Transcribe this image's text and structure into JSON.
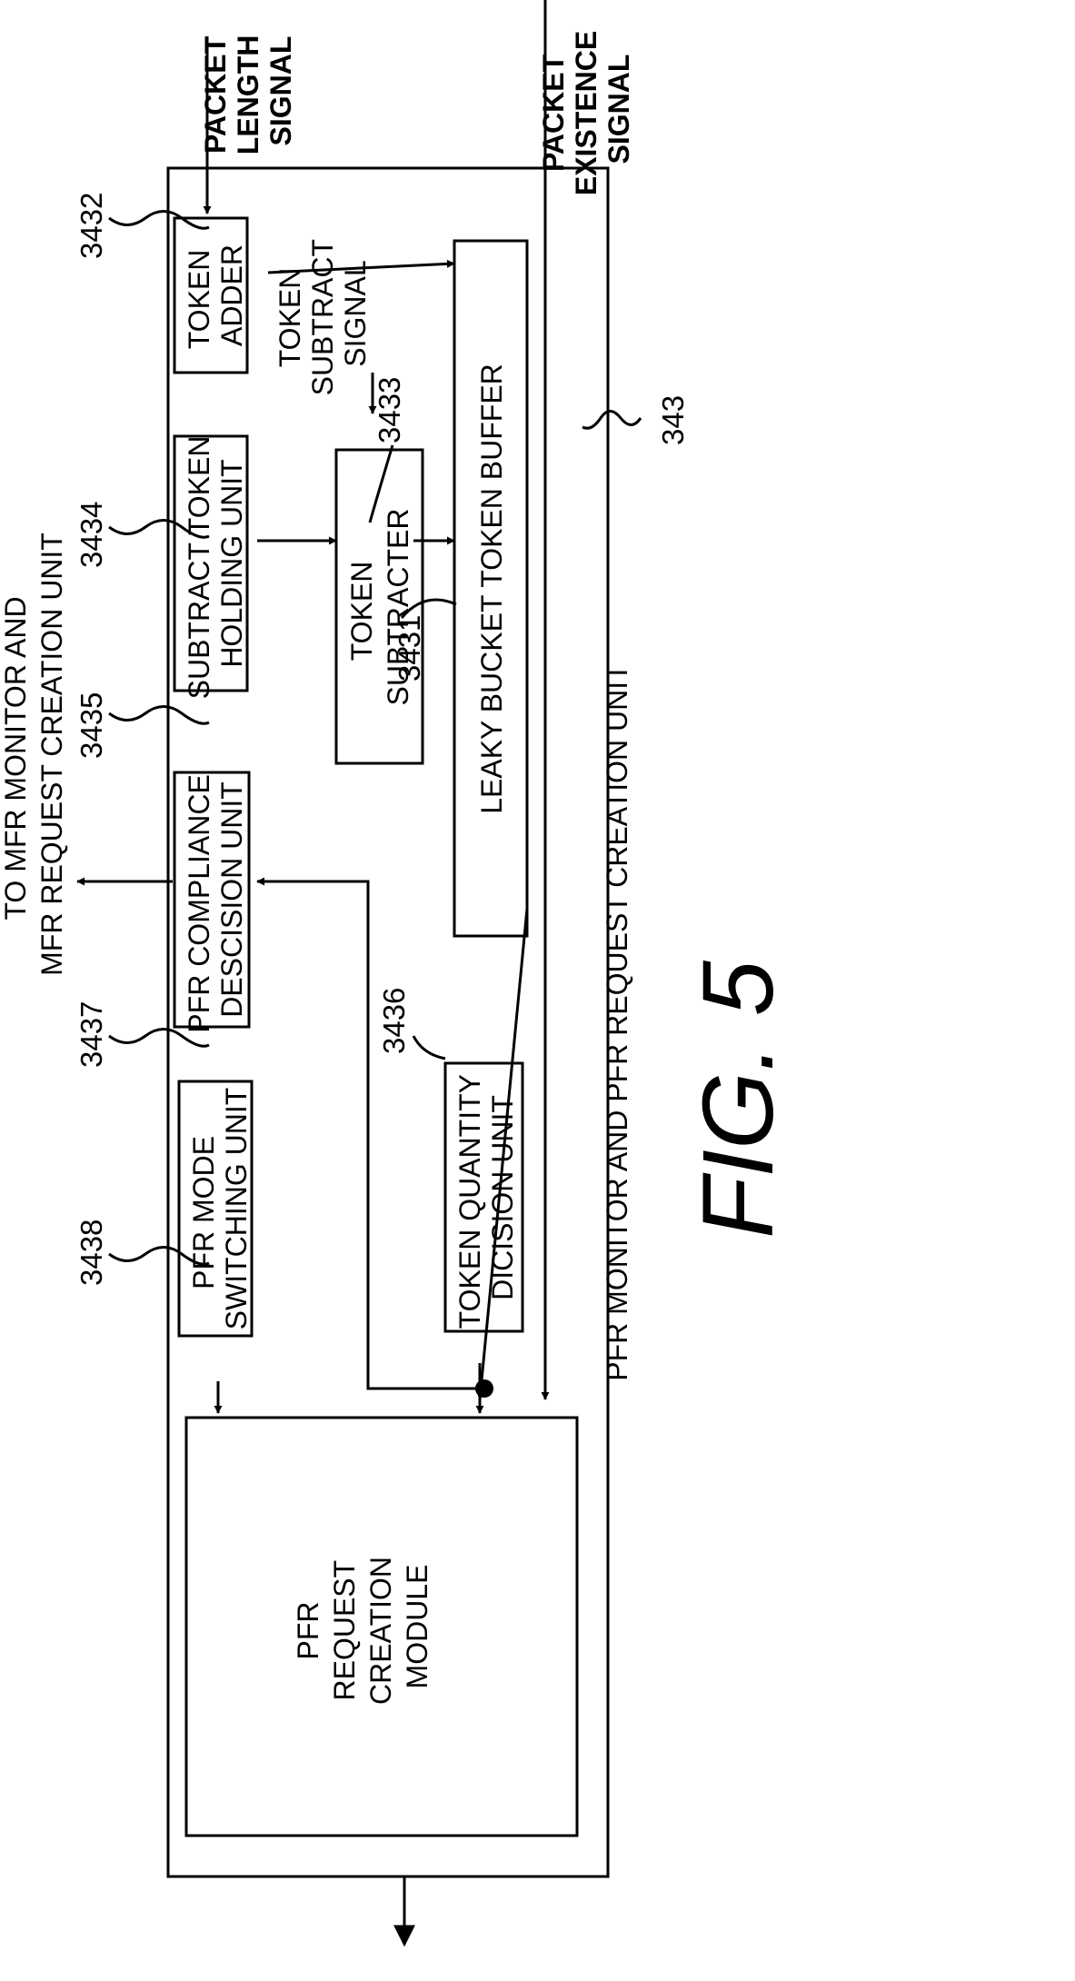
{
  "figure_label": "FIG. 5",
  "unit": {
    "ref": "343",
    "label": "PFR MONITOR AND PFR REQUEST CREATION UNIT"
  },
  "blocks": {
    "token_adder": {
      "ref": "3432",
      "lines": [
        "TOKEN",
        "ADDER"
      ]
    },
    "subtract_token_holding": {
      "ref": "3434",
      "lines": [
        "SUBTRACT TOKEN",
        "HOLDING UNIT"
      ]
    },
    "pfr_compliance": {
      "ref": "3435",
      "lines": [
        "PFR COMPLIANCE",
        "DESCISION UNIT"
      ]
    },
    "pfr_mode_switching": {
      "ref": "3437",
      "lines": [
        "PFR MODE",
        "SWITCHING UNIT"
      ]
    },
    "token_subtracter": {
      "ref": "3433",
      "lines": [
        "TOKEN",
        "SUBTRACTER"
      ]
    },
    "leaky_bucket": {
      "ref": "3431",
      "lines": [
        "LEAKY BUCKET TOKEN BUFFER"
      ]
    },
    "token_quantity": {
      "ref": "3436",
      "lines": [
        "TOKEN QUANTITY",
        "DICISION UNIT"
      ]
    },
    "pfr_request_module": {
      "ref": "3438",
      "lines": [
        "PFR",
        "REQUEST",
        "CREATION",
        "MODULE"
      ]
    }
  },
  "signals": {
    "packet_length": [
      "PACKET",
      "LENGTH",
      "SIGNAL"
    ],
    "packet_existence": [
      "PACKET",
      "EXISTENCE",
      "SIGNAL"
    ],
    "token_subtract": [
      "TOKEN",
      "SUBTRACT",
      "SIGNAL"
    ],
    "to_mfr": [
      "TO MFR MONITOR AND",
      "MFR REQUEST CREATION UNIT"
    ]
  }
}
